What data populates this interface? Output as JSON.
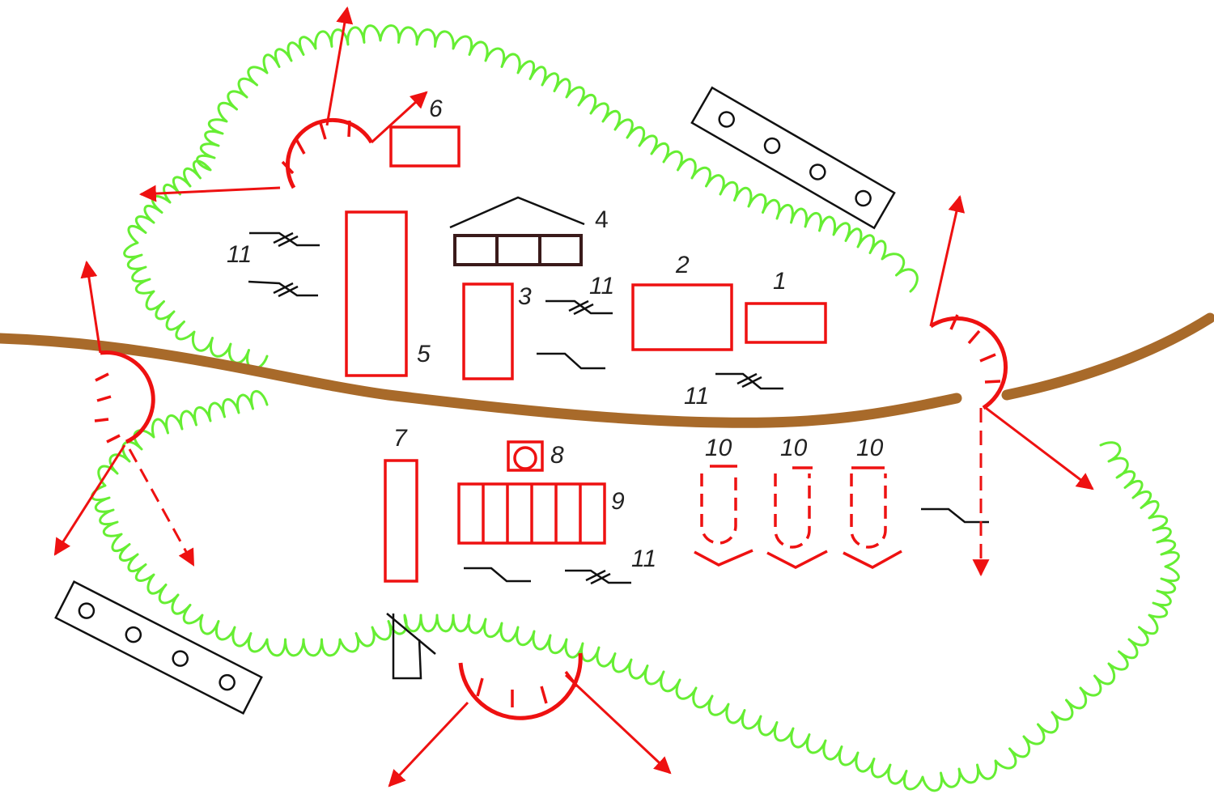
{
  "diagram": {
    "labels": {
      "n1": "1",
      "n2": "2",
      "n3": "3",
      "n4": "4",
      "n5": "5",
      "n6": "6",
      "n7": "7",
      "n8": "8",
      "n9": "9",
      "n10a": "10",
      "n10b": "10",
      "n10c": "10",
      "n11a": "11",
      "n11b": "11",
      "n11c": "11",
      "n11d": "11"
    },
    "colors": {
      "forest": "#66ee33",
      "road": "#a86a2a",
      "objects": "#ee1111",
      "outline": "#111111",
      "background": "#ffffff"
    }
  }
}
